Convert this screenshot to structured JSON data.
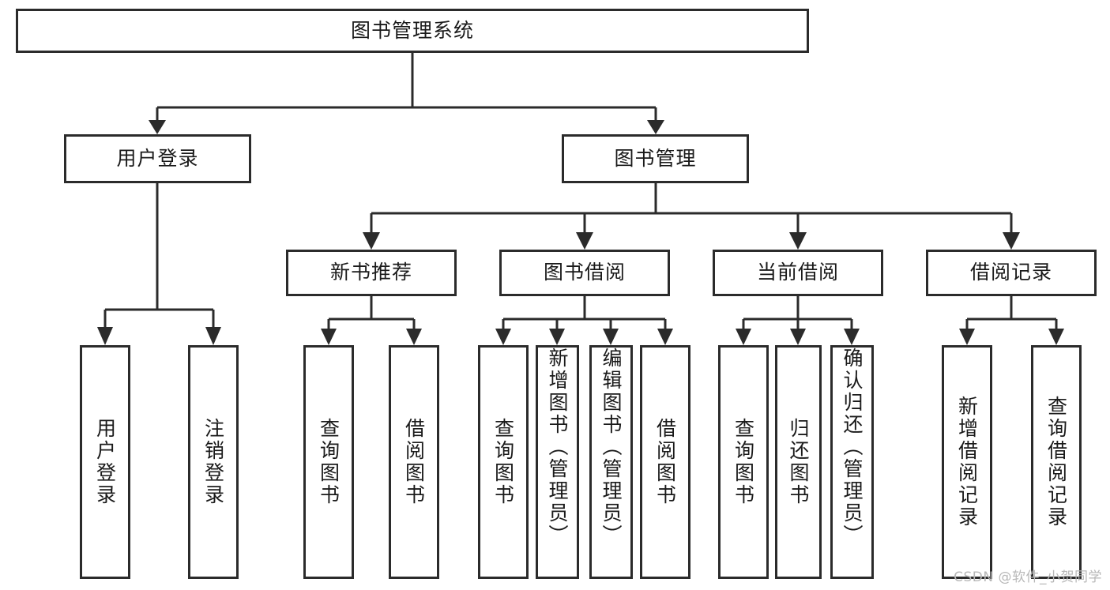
{
  "diagram": {
    "title": "图书管理系统",
    "type": "hierarchy-tree",
    "root": {
      "id": "root",
      "label": "图书管理系统"
    },
    "level2": [
      {
        "id": "user-login",
        "label": "用户登录"
      },
      {
        "id": "book-management",
        "label": "图书管理"
      }
    ],
    "level3": [
      {
        "id": "new-book-recommend",
        "label": "新书推荐"
      },
      {
        "id": "book-borrow",
        "label": "图书借阅"
      },
      {
        "id": "current-borrow",
        "label": "当前借阅"
      },
      {
        "id": "borrow-record",
        "label": "借阅记录"
      }
    ],
    "leaves": {
      "user_login": [
        {
          "id": "leaf-user-login",
          "label": "用户登录"
        },
        {
          "id": "leaf-user-logout",
          "label": "注销登录"
        }
      ],
      "new_book_recommend": [
        {
          "id": "leaf-query-book-1",
          "label": "查询图书"
        },
        {
          "id": "leaf-borrow-book-1",
          "label": "借阅图书"
        }
      ],
      "book_borrow": [
        {
          "id": "leaf-query-book-2",
          "label": "查询图书"
        },
        {
          "id": "leaf-add-book",
          "label": "新增图书（管理员）"
        },
        {
          "id": "leaf-edit-book",
          "label": "编辑图书（管理员）"
        },
        {
          "id": "leaf-borrow-book-2",
          "label": "借阅图书"
        }
      ],
      "current_borrow": [
        {
          "id": "leaf-query-book-3",
          "label": "查询图书"
        },
        {
          "id": "leaf-return-book",
          "label": "归还图书"
        },
        {
          "id": "leaf-confirm-return",
          "label": "确认归还（管理员）"
        }
      ],
      "borrow_record": [
        {
          "id": "leaf-add-record",
          "label": "新增借阅记录"
        },
        {
          "id": "leaf-query-record",
          "label": "查询借阅记录"
        }
      ]
    }
  },
  "watermark": {
    "text": "CSDN @软件_小贺同学"
  },
  "colors": {
    "border": "#2b2b2b",
    "background": "#ffffff",
    "text": "#1a1a1a",
    "watermark": "#b8b8b8"
  }
}
